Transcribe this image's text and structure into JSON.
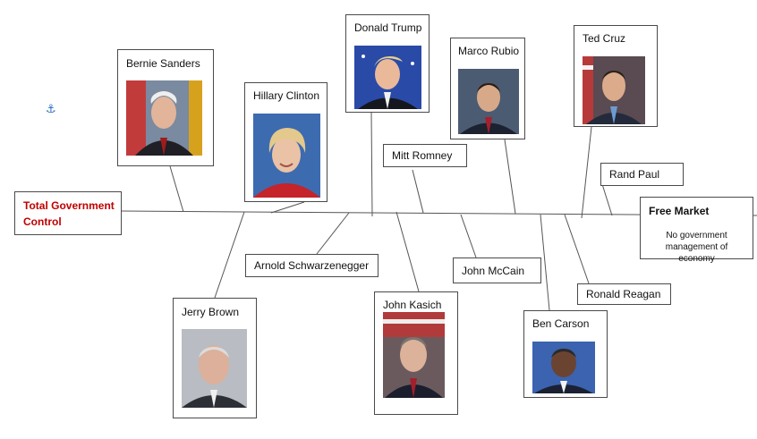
{
  "colors": {
    "line": "#555555",
    "left_label": "#c00000",
    "border": "#4a4a4a"
  },
  "icons": {
    "anchor": "anchor-icon"
  },
  "spectrum": {
    "left": {
      "label": "Total Government Control"
    },
    "right": {
      "title": "Free Market",
      "description": "No government management of economy"
    }
  },
  "candidates": [
    {
      "id": "bernie-sanders",
      "name": "Bernie Sanders",
      "photo": true
    },
    {
      "id": "hillary-clinton",
      "name": "Hillary Clinton",
      "photo": true
    },
    {
      "id": "donald-trump",
      "name": "Donald Trump",
      "photo": true
    },
    {
      "id": "marco-rubio",
      "name": "Marco Rubio",
      "photo": true
    },
    {
      "id": "ted-cruz",
      "name": "Ted Cruz",
      "photo": true
    },
    {
      "id": "mitt-romney",
      "name": "Mitt Romney",
      "photo": false
    },
    {
      "id": "rand-paul",
      "name": "Rand Paul",
      "photo": false
    },
    {
      "id": "arnold-schwarzenegger",
      "name": "Arnold Schwarzenegger",
      "photo": false
    },
    {
      "id": "john-mccain",
      "name": "John McCain",
      "photo": false
    },
    {
      "id": "ronald-reagan",
      "name": "Ronald Reagan",
      "photo": false
    },
    {
      "id": "jerry-brown",
      "name": "Jerry Brown",
      "photo": true
    },
    {
      "id": "john-kasich",
      "name": "John Kasich",
      "photo": true
    },
    {
      "id": "ben-carson",
      "name": "Ben Carson",
      "photo": true
    }
  ]
}
